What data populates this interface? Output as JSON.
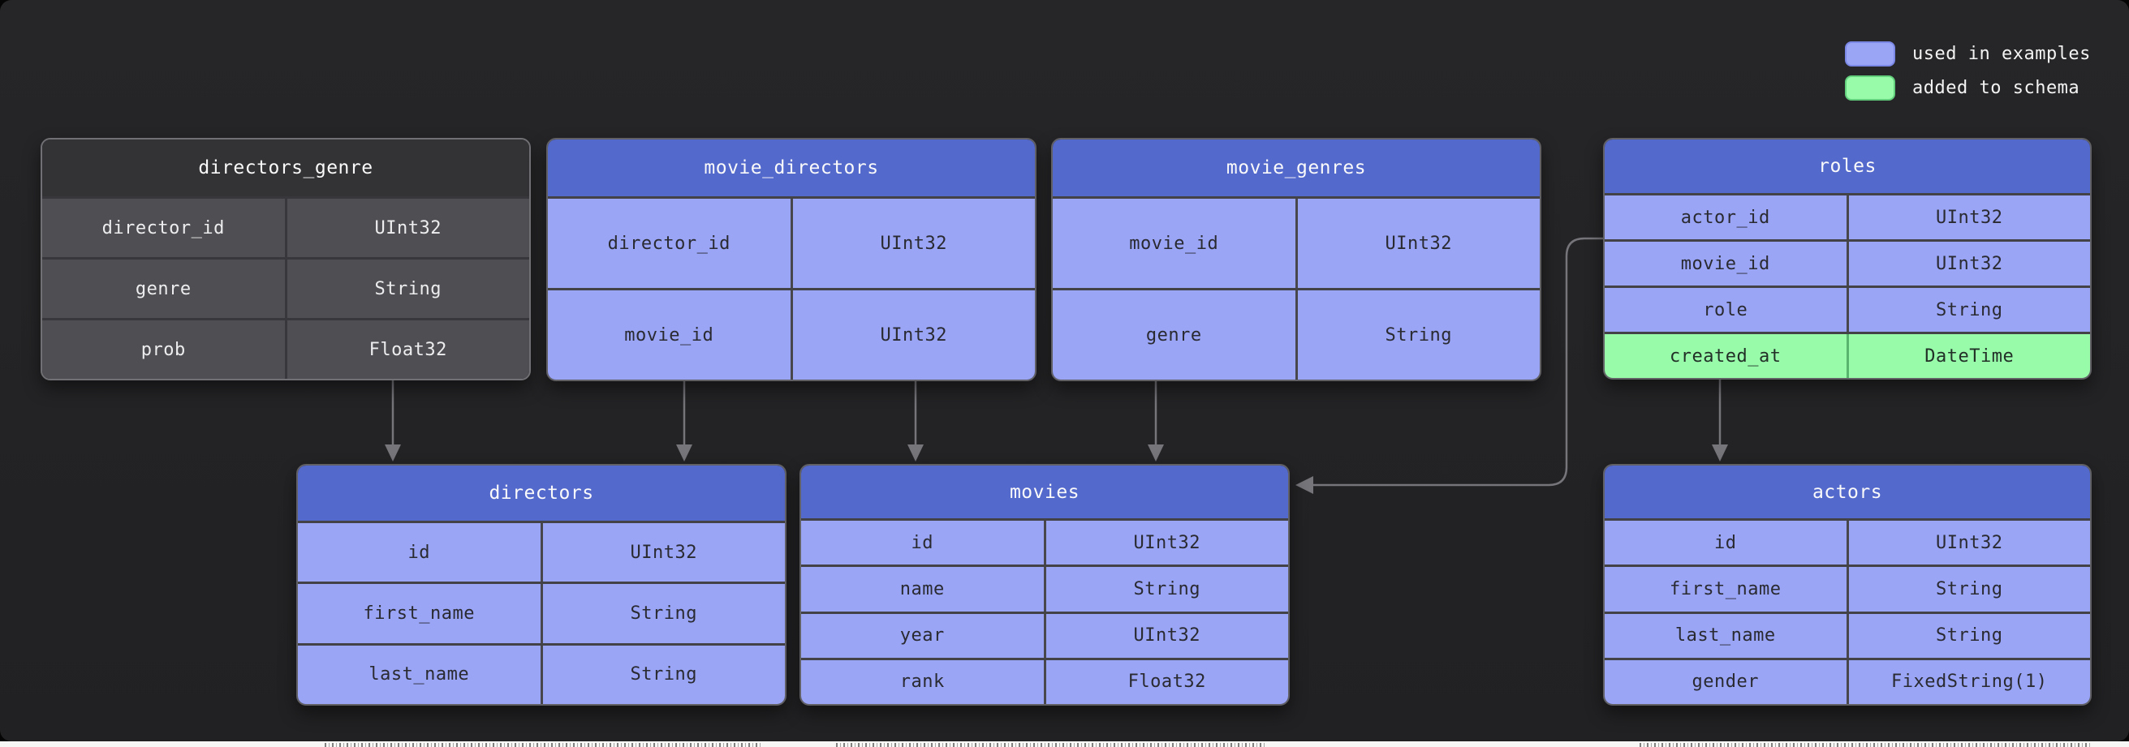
{
  "legend": {
    "items": [
      {
        "label": "used in examples",
        "color": "#9aa5f6"
      },
      {
        "label": "added to schema",
        "color": "#97fbaa"
      }
    ]
  },
  "colors": {
    "table_header_blue": "#5469cc",
    "table_row_blue": "#9aa5f6",
    "table_header_dark": "#333336",
    "table_row_dark": "#4f4f53",
    "highlight_green": "#97fbaa",
    "connector_gray": "#75757a",
    "background": "#232325"
  },
  "tables": [
    {
      "title": "directors_genre",
      "variant": "dark",
      "rows": [
        {
          "name": "director_id",
          "type": "UInt32"
        },
        {
          "name": "genre",
          "type": "String"
        },
        {
          "name": "prob",
          "type": "Float32"
        }
      ]
    },
    {
      "title": "movie_directors",
      "variant": "blue",
      "rows": [
        {
          "name": "director_id",
          "type": "UInt32"
        },
        {
          "name": "movie_id",
          "type": "UInt32"
        }
      ]
    },
    {
      "title": "movie_genres",
      "variant": "blue",
      "rows": [
        {
          "name": "movie_id",
          "type": "UInt32"
        },
        {
          "name": "genre",
          "type": "String"
        }
      ]
    },
    {
      "title": "roles",
      "variant": "blue",
      "rows": [
        {
          "name": "actor_id",
          "type": "UInt32"
        },
        {
          "name": "movie_id",
          "type": "UInt32"
        },
        {
          "name": "role",
          "type": "String"
        },
        {
          "name": "created_at",
          "type": "DateTime",
          "highlight": "green"
        }
      ]
    },
    {
      "title": "directors",
      "variant": "blue",
      "rows": [
        {
          "name": "id",
          "type": "UInt32"
        },
        {
          "name": "first_name",
          "type": "String"
        },
        {
          "name": "last_name",
          "type": "String"
        }
      ]
    },
    {
      "title": "movies",
      "variant": "blue",
      "rows": [
        {
          "name": "id",
          "type": "UInt32"
        },
        {
          "name": "name",
          "type": "String"
        },
        {
          "name": "year",
          "type": "UInt32"
        },
        {
          "name": "rank",
          "type": "Float32"
        }
      ]
    },
    {
      "title": "actors",
      "variant": "blue",
      "rows": [
        {
          "name": "id",
          "type": "UInt32"
        },
        {
          "name": "first_name",
          "type": "String"
        },
        {
          "name": "last_name",
          "type": "String"
        },
        {
          "name": "gender",
          "type": "FixedString(1)"
        }
      ]
    }
  ],
  "relationships": [
    {
      "from": "directors_genre",
      "to": "directors"
    },
    {
      "from": "movie_directors.director_id",
      "to": "directors"
    },
    {
      "from": "movie_directors.movie_id",
      "to": "movies"
    },
    {
      "from": "movie_genres.movie_id",
      "to": "movies"
    },
    {
      "from": "roles",
      "to": "movies"
    },
    {
      "from": "roles.created_at",
      "to": "actors"
    }
  ]
}
